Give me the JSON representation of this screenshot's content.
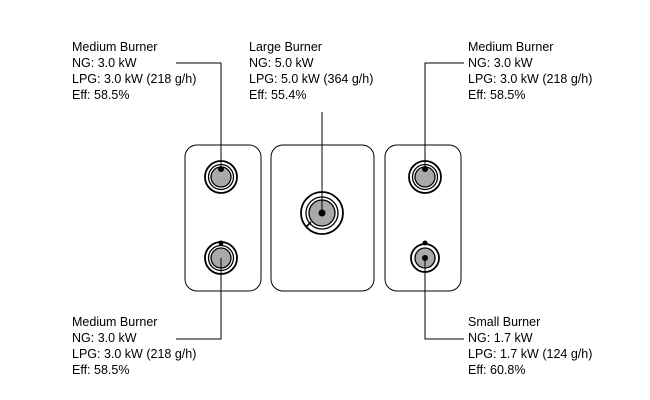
{
  "burners": {
    "top_left": {
      "name": "Medium Burner",
      "ng": "NG: 3.0 kW",
      "lpg": "LPG: 3.0 kW (218 g/h)",
      "eff": "Eff: 58.5%"
    },
    "top_center": {
      "name": "Large Burner",
      "ng": "NG: 5.0 kW",
      "lpg": "LPG: 5.0 kW (364 g/h)",
      "eff": "Eff: 55.4%"
    },
    "top_right": {
      "name": "Medium Burner",
      "ng": "NG: 3.0 kW",
      "lpg": "LPG: 3.0 kW (218 g/h)",
      "eff": "Eff: 58.5%"
    },
    "bottom_left": {
      "name": "Medium Burner",
      "ng": "NG: 3.0 kW",
      "lpg": "LPG: 3.0 kW (218 g/h)",
      "eff": "Eff: 58.5%"
    },
    "bottom_right": {
      "name": "Small Burner",
      "ng": "NG: 1.7 kW",
      "lpg": "LPG: 1.7 kW (124 g/h)",
      "eff": "Eff: 60.8%"
    }
  },
  "colors": {
    "line": "#000000",
    "burner_fill": "#a9a9a9",
    "panel_stroke": "#000000"
  }
}
